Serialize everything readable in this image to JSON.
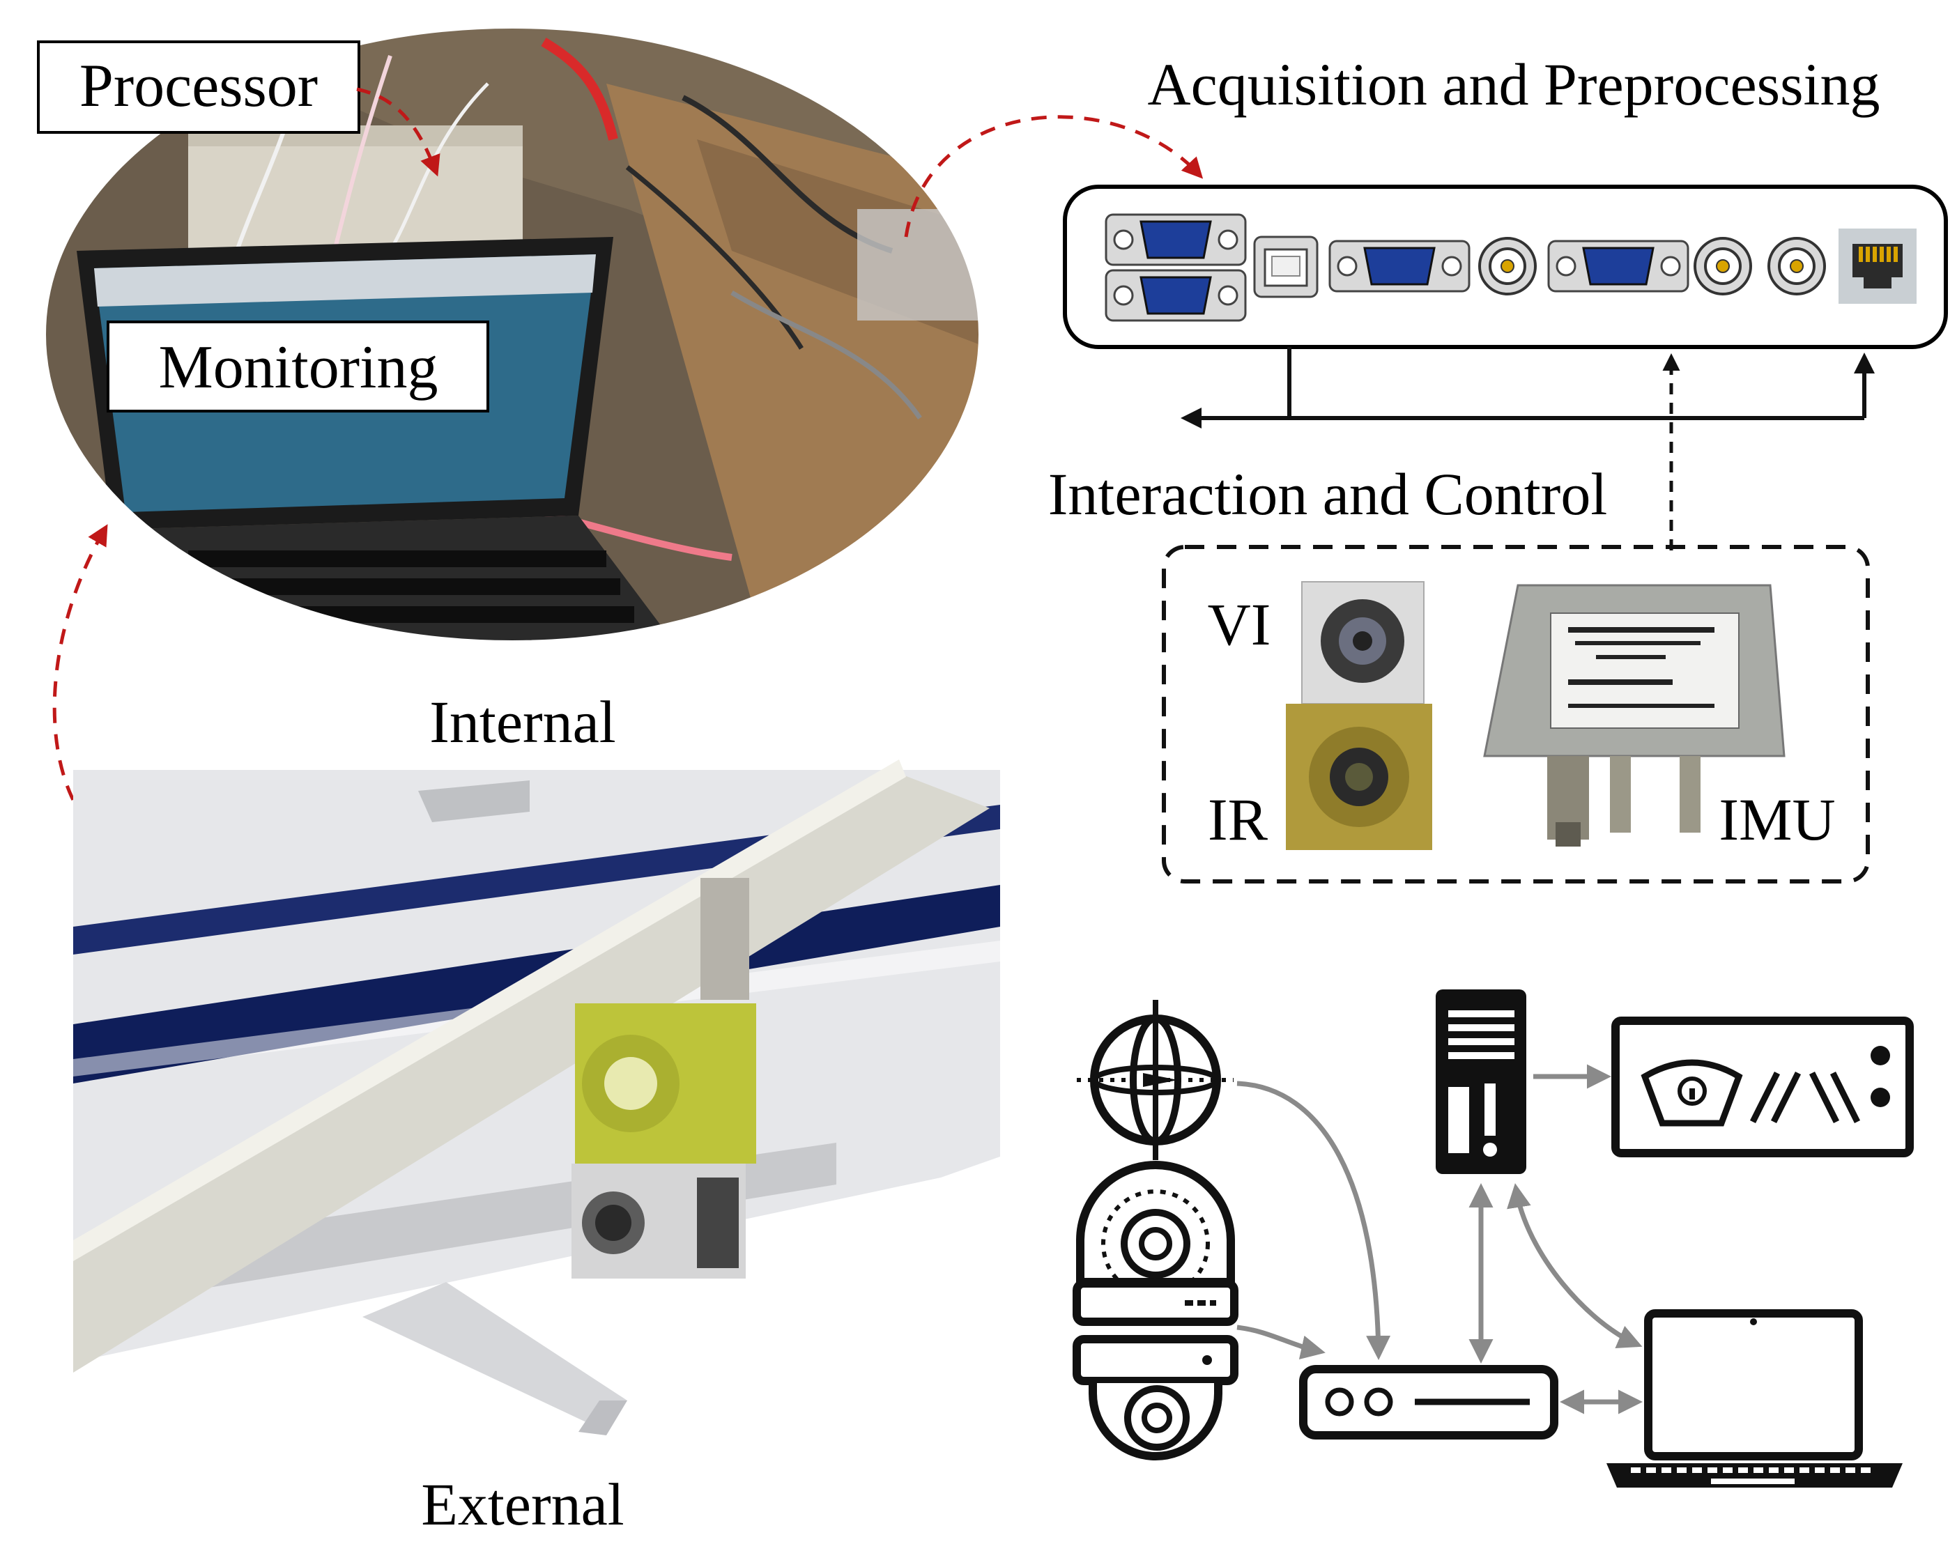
{
  "labels": {
    "processor": "Processor",
    "monitoring": "Monitoring",
    "internal": "Internal",
    "external": "External",
    "acquisition": "Acquisition and Preprocessing",
    "interaction": "Interaction and Control",
    "vi": "VI",
    "ir": "IR",
    "imu": "IMU"
  },
  "colors": {
    "accent_dashed": "#c01818",
    "line": "#111111",
    "gray_arrow": "#8a8a8a",
    "connector_blue": "#1d3e9a",
    "rj45_gold": "#d9a400"
  },
  "icons": [
    "laptop-photo",
    "aircraft-pod-photo",
    "vga-port-icon",
    "usb-port-icon",
    "bnc-port-icon",
    "rj45-port-icon",
    "camera-photo",
    "imu-box-photo",
    "gyroscope-icon",
    "dome-camera-icon",
    "ptz-camera-icon",
    "network-switch-icon",
    "computer-tower-icon",
    "dashboard-display-icon",
    "laptop-icon"
  ]
}
